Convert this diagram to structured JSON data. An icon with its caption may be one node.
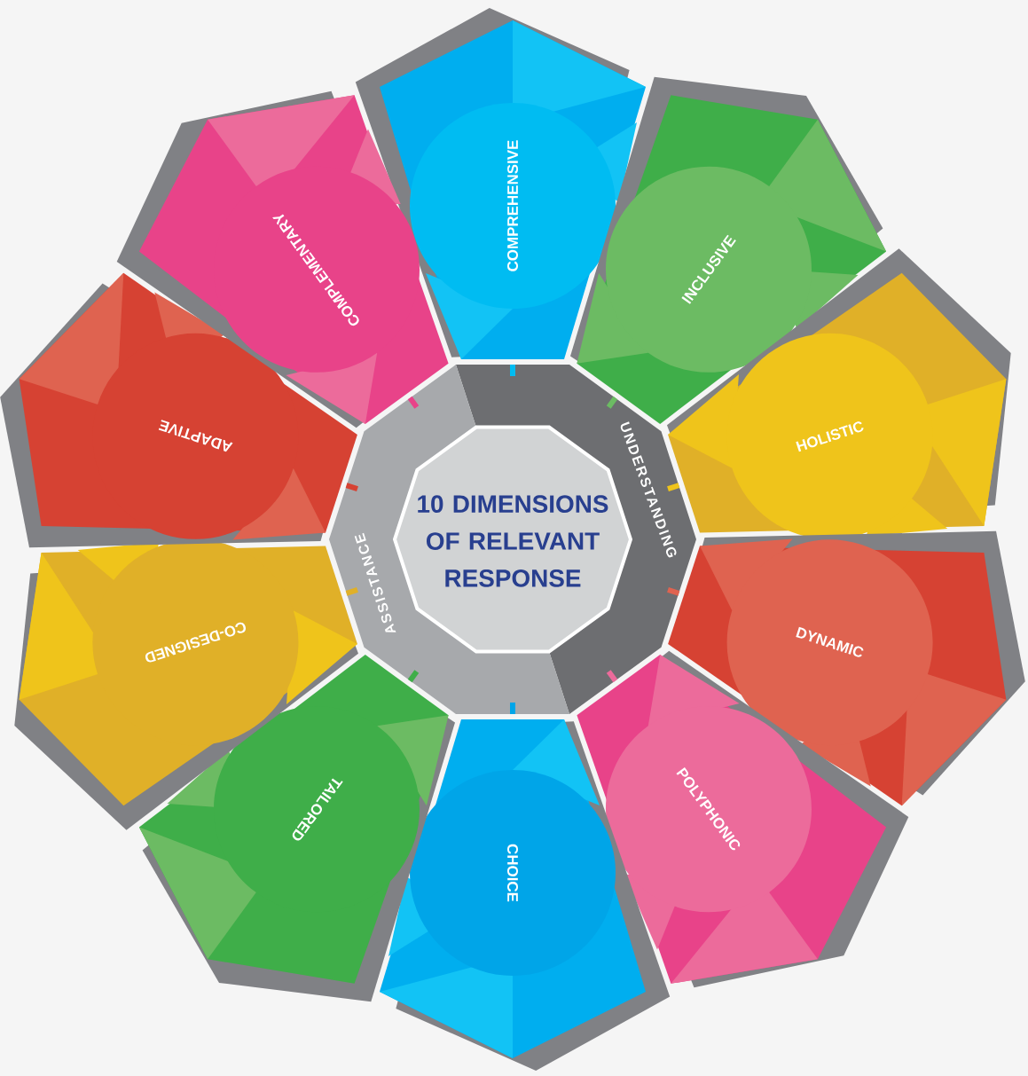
{
  "diagram": {
    "nodes": [
      {
        "text": [
          "10 DIMENSIONS OF RELEVANT RESPONSE"
        ]
      },
      {
        "text": [
          "UNDERSTANDING"
        ]
      },
      {
        "text": [
          "ASSISTANCE"
        ]
      },
      {
        "text": [
          "COMPREHENSIVE"
        ]
      },
      {
        "text": [
          "INCLUSIVE"
        ]
      },
      {
        "text": [
          "HOLISTIC"
        ]
      },
      {
        "text": [
          "DYNAMIC"
        ]
      },
      {
        "text": [
          "POLYPHONIC"
        ]
      },
      {
        "text": [
          "CHOICE"
        ]
      },
      {
        "text": [
          "TAILORED"
        ]
      },
      {
        "text": [
          "CO-DESIGNED"
        ]
      },
      {
        "text": [
          "ADAPTIVE"
        ]
      },
      {
        "text": [
          "COMPLEMENTARY"
        ]
      }
    ]
  }
}
